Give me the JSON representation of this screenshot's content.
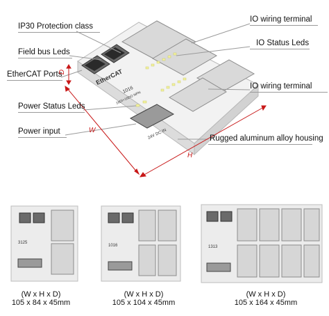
{
  "callouts": {
    "ip30": "IP30 Protection class",
    "fieldbus_leds": "Field bus  Leds",
    "ethercat_ports": "EtherCAT Ports",
    "power_status_leds": "Power Status Leds",
    "power_input": "Power input",
    "io_wiring_top": "IO wiring terminal",
    "io_status_leds": "IO Status Leds",
    "io_wiring_bottom": "IO wiring terminal",
    "housing": "Rugged aluminum alloy housing"
  },
  "dimension_letters": {
    "d": "D",
    "w": "W",
    "h": "H"
  },
  "device_labels": {
    "brand": "EtherCAT",
    "model": "1016",
    "spec": "16DI+16DO NPN",
    "power": "24V DC IN"
  },
  "variants": [
    {
      "model": "3125",
      "formula": "(W x H x D)",
      "size": "105 x 84 x 45mm"
    },
    {
      "model": "1016",
      "formula": "(W x H x D)",
      "size": "105 x 104 x 45mm"
    },
    {
      "model": "1313",
      "formula": "(W x H x D)",
      "size": "105 x 164 x 45mm"
    }
  ],
  "colors": {
    "dimension_arrows": "#c81818",
    "leader_lines": "#9a9a9a"
  }
}
